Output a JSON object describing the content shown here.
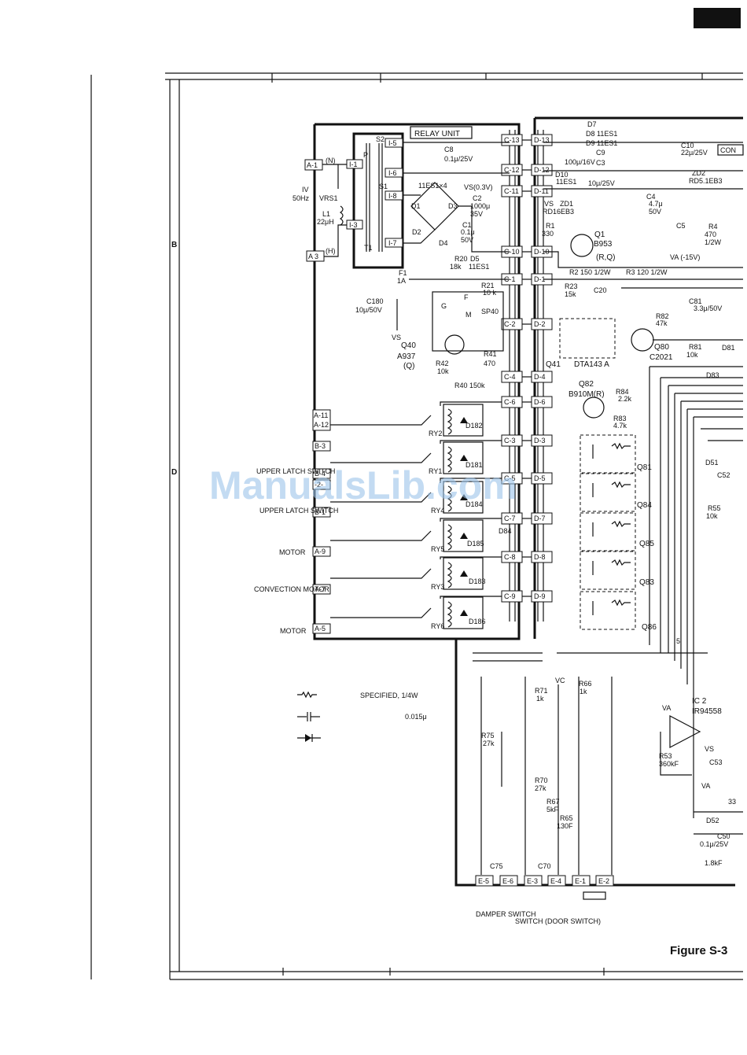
{
  "header": {
    "corner_block": ""
  },
  "grid_refs": [
    "B",
    "D"
  ],
  "relay_unit": {
    "title": "RELAY UNIT"
  },
  "connectors_A": [
    "A-1",
    "A 3",
    "A-11",
    "A-12",
    "A-9",
    "A-7",
    "A-5"
  ],
  "connectors_B": [
    "B-3",
    "B-4",
    "-2-",
    "B-1"
  ],
  "connectors_C": [
    "C-13",
    "C-12",
    "C-11",
    "C-10",
    "C-1",
    "C-2",
    "C-4",
    "C-6",
    "C-3",
    "C-5",
    "C-7",
    "C-8",
    "C-9"
  ],
  "connectors_D": [
    "D-13",
    "D-12",
    "D-11",
    "D-10",
    "D-1",
    "D-2",
    "D-4",
    "D-6",
    "D-3",
    "D-5",
    "D-7",
    "D-8",
    "D-9"
  ],
  "connectors_I": [
    "I-5",
    "I-6",
    "I-8",
    "I-7",
    "I-1",
    "I-3"
  ],
  "connectors_E": [
    "E-5",
    "E-6",
    "E-3",
    "E-4",
    "E-1",
    "E-2"
  ],
  "switch_labels": {
    "upper_latch_1": "UPPER LATCH SWITCH",
    "upper_latch_2": "UPPER LATCH SWITCH",
    "motor_1": "MOTOR",
    "convection": "CONVECTION MOTOR",
    "motor_2": "MOTOR",
    "damper": "DAMPER SWITCH",
    "door": "SWITCH (DOOR SWITCH)"
  },
  "power_labels": {
    "v": "IV",
    "hz": "50Hz",
    "vrs": "VRS1",
    "n": "(N)",
    "h": "(H)",
    "l1": "L1",
    "l1v": "22μH",
    "t1": "T1",
    "f1": "F1",
    "f1v": "1A"
  },
  "components": {
    "c8": "C8",
    "c8v": "0.1μ/25V",
    "d_bridge": "11ES1×4",
    "vs": "VS(0.3V)",
    "c2": "C2",
    "c2v": "1000μ",
    "c2v2": "35V",
    "c1": "C1",
    "c1v": "0.1μ",
    "c1v2": "50V",
    "r20": "R20",
    "r20v": "18k",
    "d5": "D5",
    "d5v": "11ES1",
    "r21": "R21",
    "r21v": "10 k",
    "c180": "C180",
    "c180v": "10μ/50V",
    "q40": "Q40",
    "q40v": "A937",
    "q40b": "(Q)",
    "sp40": "SP40",
    "r41": "R41",
    "r41v": "470",
    "r42": "R42",
    "r42v": "10k",
    "r40": "R40 150k",
    "d7": "D7",
    "d8": "D8 11ES1",
    "d9": "D9 11ES1",
    "c9": "C9",
    "c9v": "100μ/16V",
    "c3": "C3",
    "c3v": "10μ/25V",
    "d10": "D10",
    "d10v": "11ES1",
    "zd1": "ZD1",
    "zd1v": "RD16EB3",
    "r1": "R1",
    "r1v": "330",
    "q1": "Q1",
    "q1v": "B953",
    "q1b": "(R,Q)",
    "r2": "R2 150 1/2W",
    "r3": "R3 120 1/2W",
    "r23": "R23",
    "r23v": "15k",
    "c20": "C20",
    "q41": "Q41",
    "q41v": "DTA143 A",
    "c10": "C10",
    "c10v": "22μ/25V",
    "con": "CON",
    "c4": "C4",
    "c4v": "4.7μ",
    "c4v2": "50V",
    "c5": "C5",
    "zd2": "ZD2",
    "zd2v": "RD5.1EB3",
    "r4": "R4",
    "r4v": "470",
    "r4v2": "1/2W",
    "va": "VA (-15V)",
    "c81": "C81",
    "c81v": "3.3μ/50V",
    "r82": "R82",
    "r82v": "47k",
    "q80": "Q80",
    "q80v": "C2021",
    "r81": "R81",
    "r81v": "10k",
    "d81": "D81",
    "d83": "D83",
    "q82": "Q82",
    "q82v": "B910M(R)",
    "r84": "R84",
    "r84v": "2.2k",
    "r83": "R83",
    "r83v": "4.7k",
    "q81": "Q81",
    "q84": "Q84",
    "q85": "Q85",
    "q83": "Q83",
    "q86": "Q86",
    "d51": "D51",
    "c52": "C52",
    "r55": "R55",
    "r55v": "10k",
    "ry2": "RY2",
    "ry1": "RY1",
    "ry4": "RY4",
    "ry5": "RY5",
    "ry3": "RY3",
    "ry6": "RY6",
    "d182": "D182",
    "d181": "D181",
    "d184": "D184",
    "d185": "D185",
    "d183": "D183",
    "d186": "D186",
    "d84": "D84",
    "r71": "R71",
    "r71v": "1k",
    "vc": "VC",
    "r66": "R66",
    "r66v": "1k",
    "r75": "R75",
    "r75v": "27k",
    "r70": "R70",
    "r70v": "27k",
    "r67": "R67",
    "r67v": "5kF",
    "r65": "R65",
    "r65v": "130F",
    "c75": "C75",
    "c70": "C70",
    "ic2": "IC 2",
    "ic2v": "IR94558",
    "r53": "R53",
    "r53v": "360kF",
    "vs2": "VS",
    "c53": "C53",
    "va2": "VA",
    "d52": "D52",
    "c50": "C50",
    "c50v": "0.1μ/25V",
    "r_18": "1.8kF",
    "n33": "33",
    "n5": "5"
  },
  "legend": {
    "resistor": "SPECIFIED, 1/4W",
    "capacitor": "0.015μ"
  },
  "figure_label": "Figure S-3",
  "watermark": "ManualsLib.com"
}
